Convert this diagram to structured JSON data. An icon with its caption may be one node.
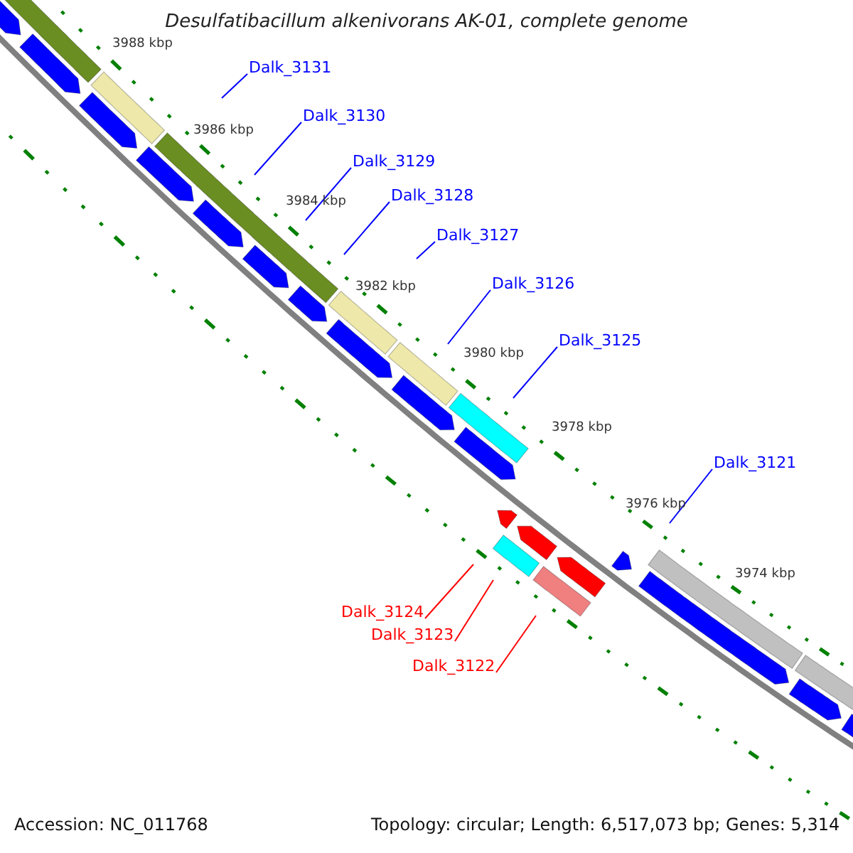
{
  "diagram": {
    "title": "Desulfatibacillum alkenivorans AK-01, complete genome",
    "nodes": [
      {
        "text": [
          "Dalk_3131"
        ]
      },
      {
        "text": [
          "Dalk_3130"
        ]
      },
      {
        "text": [
          "Dalk_3129"
        ]
      },
      {
        "text": [
          "Dalk_3128"
        ]
      },
      {
        "text": [
          "Dalk_3127"
        ]
      },
      {
        "text": [
          "Dalk_3126"
        ]
      },
      {
        "text": [
          "Dalk_3125"
        ]
      },
      {
        "text": [
          "Dalk_3121"
        ]
      },
      {
        "text": [
          "Dalk_3124"
        ]
      },
      {
        "text": [
          "Dalk_3123"
        ]
      },
      {
        "text": [
          "Dalk_3122"
        ]
      }
    ],
    "edges": [
      {
        "from": 0,
        "to": null,
        "arrow": "none"
      },
      {
        "from": 1,
        "to": null,
        "arrow": "none"
      },
      {
        "from": 2,
        "to": null,
        "arrow": "none"
      },
      {
        "from": 3,
        "to": null,
        "arrow": "none"
      },
      {
        "from": 4,
        "to": null,
        "arrow": "none"
      },
      {
        "from": 5,
        "to": null,
        "arrow": "none"
      },
      {
        "from": 6,
        "to": null,
        "arrow": "none"
      },
      {
        "from": 7,
        "to": null,
        "arrow": "none"
      },
      {
        "from": 8,
        "to": null,
        "arrow": "none",
        "color": "#ff0000"
      },
      {
        "from": 9,
        "to": null,
        "arrow": "none",
        "color": "#ff0000"
      },
      {
        "from": 10,
        "to": null,
        "arrow": "none",
        "color": "#ff0000"
      }
    ],
    "labels": [
      "3988 kbp",
      "3986 kbp",
      "3984 kbp",
      "3982 kbp",
      "3980 kbp",
      "3978 kbp",
      "3976 kbp",
      "3974 kbp",
      "Accession: NC_011768",
      "Topology: circular; Length: 6,517,073 bp; Genes: 5,314"
    ]
  }
}
